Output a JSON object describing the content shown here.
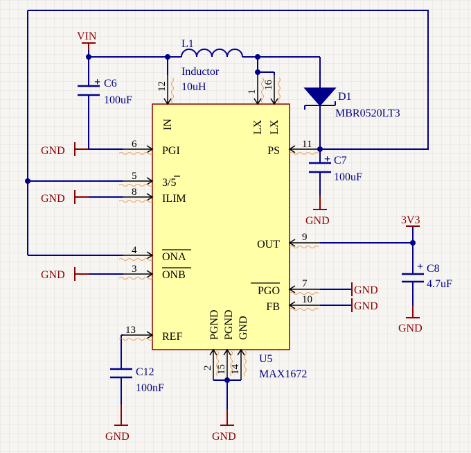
{
  "power": {
    "vin": "VIN",
    "v3v3": "3V3",
    "gnd": "GND"
  },
  "components": {
    "l1": {
      "ref": "L1",
      "type": "Inductor",
      "value": "10uH"
    },
    "d1": {
      "ref": "D1",
      "value": "MBR0520LT3"
    },
    "c6": {
      "ref": "C6",
      "value": "100uF"
    },
    "c7": {
      "ref": "C7",
      "value": "100uF"
    },
    "c8": {
      "ref": "C8",
      "value": "4.7uF"
    },
    "c12": {
      "ref": "C12",
      "value": "100nF"
    },
    "u5": {
      "ref": "U5",
      "value": "MAX1672"
    }
  },
  "polarity": "+",
  "ic": {
    "pins": {
      "in": {
        "num": "12",
        "label": "IN"
      },
      "lx1": {
        "num": "1",
        "label": "LX"
      },
      "lx2": {
        "num": "16",
        "label": "LX"
      },
      "pgi": {
        "num": "6",
        "label": "PGI"
      },
      "ps": {
        "num": "11",
        "label": "PS"
      },
      "sel": {
        "num": "5",
        "label": "3/5"
      },
      "ilim": {
        "num": "8",
        "label": "ILIM"
      },
      "out": {
        "num": "9",
        "label": "OUT"
      },
      "ona": {
        "num": "4",
        "label": "ONA"
      },
      "onb": {
        "num": "3",
        "label": "ONB"
      },
      "pgo": {
        "num": "7",
        "label": "PGO"
      },
      "fb": {
        "num": "10",
        "label": "FB"
      },
      "ref": {
        "num": "13",
        "label": "REF"
      },
      "pgnd1": {
        "num": "2",
        "label": "PGND"
      },
      "pgnd2": {
        "num": "15",
        "label": "PGND"
      },
      "gnd": {
        "num": "14",
        "label": "GND"
      }
    }
  }
}
